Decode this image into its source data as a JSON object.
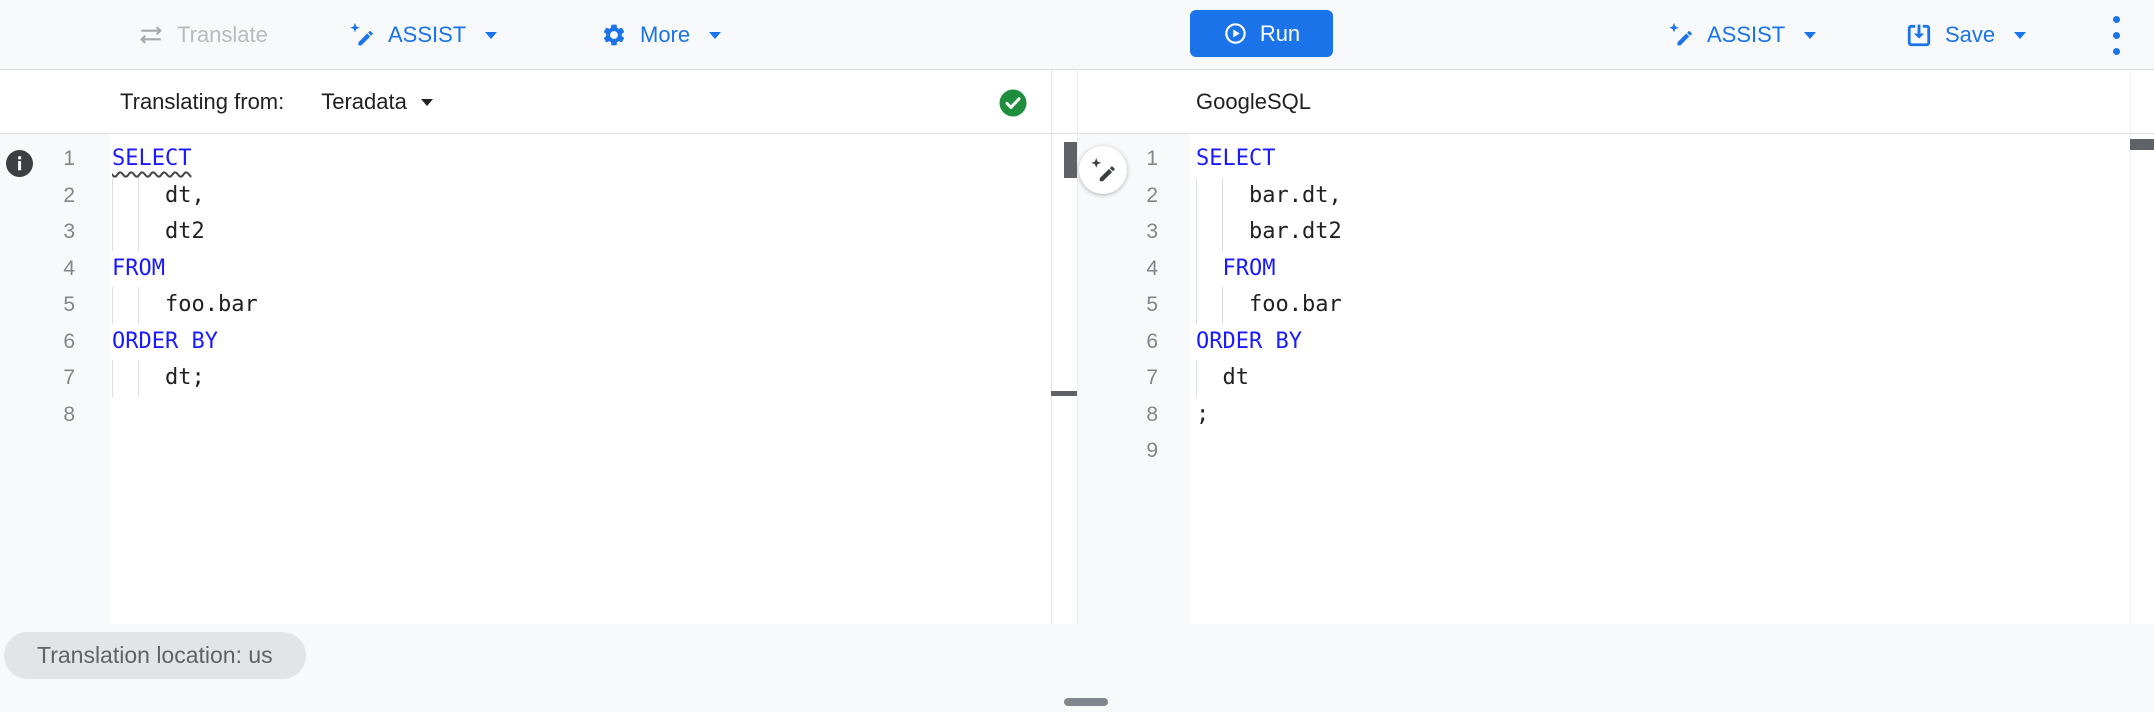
{
  "toolbar_left": {
    "translate_label": "Translate",
    "assist_label": "ASSIST",
    "more_label": "More"
  },
  "toolbar_right": {
    "run_label": "Run",
    "assist_label": "ASSIST",
    "save_label": "Save"
  },
  "left_panel": {
    "header_label": "Translating from:",
    "dialect_selected": "Teradata",
    "status": "translation-success",
    "editor": {
      "language": "Teradata SQL",
      "lines": [
        {
          "n": "1",
          "guides": [],
          "tokens": [
            {
              "t": "SELECT",
              "c": "kw",
              "squiggle": true
            }
          ]
        },
        {
          "n": "2",
          "guides": [
            0,
            2
          ],
          "tokens": [
            {
              "t": "    dt,",
              "c": "id"
            }
          ]
        },
        {
          "n": "3",
          "guides": [
            0,
            2
          ],
          "tokens": [
            {
              "t": "    dt2",
              "c": "id"
            }
          ]
        },
        {
          "n": "4",
          "guides": [],
          "tokens": [
            {
              "t": "FROM",
              "c": "kw"
            }
          ]
        },
        {
          "n": "5",
          "guides": [
            0,
            2
          ],
          "tokens": [
            {
              "t": "    foo.bar",
              "c": "id"
            }
          ]
        },
        {
          "n": "6",
          "guides": [],
          "tokens": [
            {
              "t": "ORDER BY",
              "c": "kw"
            }
          ]
        },
        {
          "n": "7",
          "guides": [
            0,
            2
          ],
          "tokens": [
            {
              "t": "    dt;",
              "c": "id"
            }
          ]
        },
        {
          "n": "8",
          "guides": [],
          "tokens": []
        }
      ]
    }
  },
  "right_panel": {
    "header_label": "GoogleSQL",
    "editor": {
      "language": "GoogleSQL",
      "lines": [
        {
          "n": "1",
          "guides": [],
          "tokens": [
            {
              "t": "SELECT",
              "c": "kw"
            }
          ]
        },
        {
          "n": "2",
          "guides": [
            0,
            2
          ],
          "tokens": [
            {
              "t": "    bar.dt,",
              "c": "id"
            }
          ]
        },
        {
          "n": "3",
          "guides": [
            0,
            2
          ],
          "tokens": [
            {
              "t": "    bar.dt2",
              "c": "id"
            }
          ]
        },
        {
          "n": "4",
          "guides": [
            0
          ],
          "tokens": [
            {
              "t": "  ",
              "c": "id"
            },
            {
              "t": "FROM",
              "c": "kw"
            }
          ]
        },
        {
          "n": "5",
          "guides": [
            0,
            2
          ],
          "tokens": [
            {
              "t": "    foo.bar",
              "c": "id"
            }
          ]
        },
        {
          "n": "6",
          "guides": [],
          "tokens": [
            {
              "t": "ORDER BY",
              "c": "kw"
            }
          ]
        },
        {
          "n": "7",
          "guides": [
            0
          ],
          "tokens": [
            {
              "t": "  dt",
              "c": "id"
            }
          ]
        },
        {
          "n": "8",
          "guides": [],
          "tokens": [
            {
              "t": ";",
              "c": "id"
            }
          ]
        },
        {
          "n": "9",
          "guides": [],
          "tokens": []
        }
      ]
    }
  },
  "footer": {
    "location_chip": "Translation location: us"
  },
  "icons": {
    "translate": "swap-arrows-icon",
    "assist": "magic-pen-icon",
    "more": "gear-icon",
    "run": "play-circle-icon",
    "save": "save-icon",
    "overflow": "kebab-menu-icon",
    "status": "check-circle-icon",
    "gutter_marker": "info-icon",
    "floating": "magic-pen-icon"
  },
  "colors": {
    "accent_blue": "#1a73e8",
    "keyword_blue": "#1a1aff",
    "success_green": "#1e8e3e",
    "text": "#202124",
    "muted": "#5f6368",
    "disabled": "#b7bbc0",
    "toolbar_bg": "#f8f9fa",
    "gutter_bg": "#f8f9fa",
    "chip_bg": "#e3e4e7"
  }
}
